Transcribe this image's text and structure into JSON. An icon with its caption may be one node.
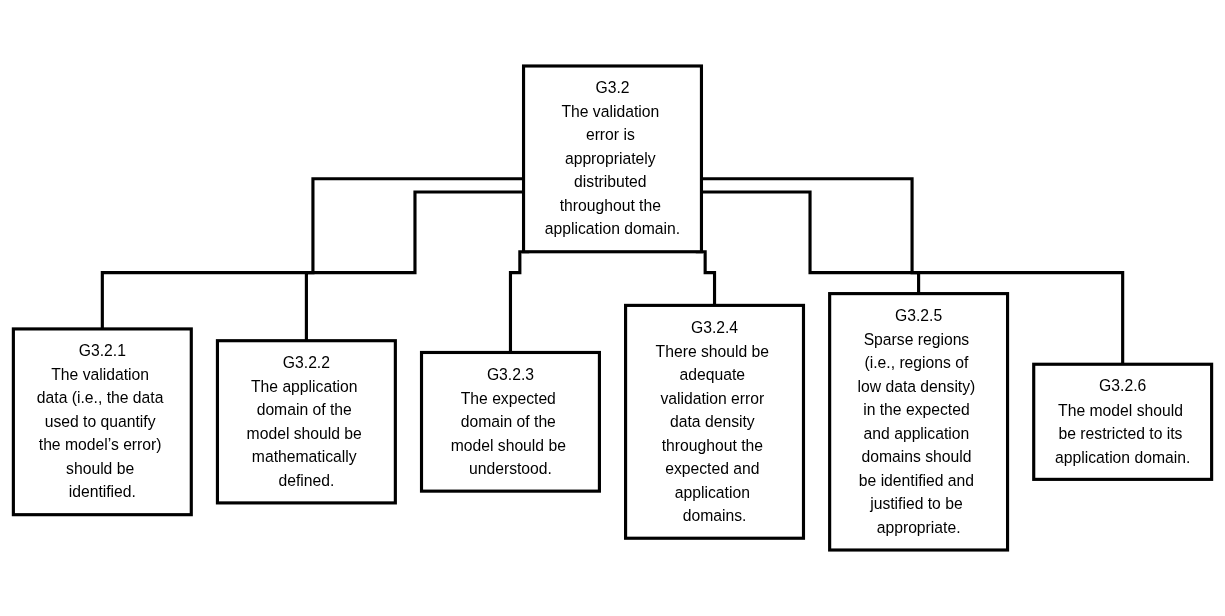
{
  "diagram": {
    "nodes": [
      {
        "text": [
          "G3.2",
          "The validation error is appropriately distributed throughout the application domain."
        ]
      },
      {
        "text": [
          "G3.2.1",
          "The validation data (i.e., the data used to quantify the model’s error) should be identified."
        ]
      },
      {
        "text": [
          "G3.2.2",
          "The application domain of the model should be mathematically defined."
        ]
      },
      {
        "text": [
          "G3.2.3",
          "The expected domain of the model should be understood."
        ]
      },
      {
        "text": [
          "G3.2.4",
          "There should be adequate validation error data density throughout the expected and application domains."
        ]
      },
      {
        "text": [
          "G3.2.5",
          "Sparse regions (i.e., regions of low data density) in the expected and application domains should be identified and justified to be appropriate."
        ]
      },
      {
        "text": [
          "G3.2.6",
          "The model should be restricted to its application domain."
        ]
      }
    ],
    "edges": [
      {
        "from": 0,
        "to": 1,
        "arrow": "none"
      },
      {
        "from": 0,
        "to": 2,
        "arrow": "none"
      },
      {
        "from": 0,
        "to": 3,
        "arrow": "none"
      },
      {
        "from": 0,
        "to": 4,
        "arrow": "none"
      },
      {
        "from": 0,
        "to": 5,
        "arrow": "none"
      },
      {
        "from": 0,
        "to": 6,
        "arrow": "none"
      }
    ]
  }
}
